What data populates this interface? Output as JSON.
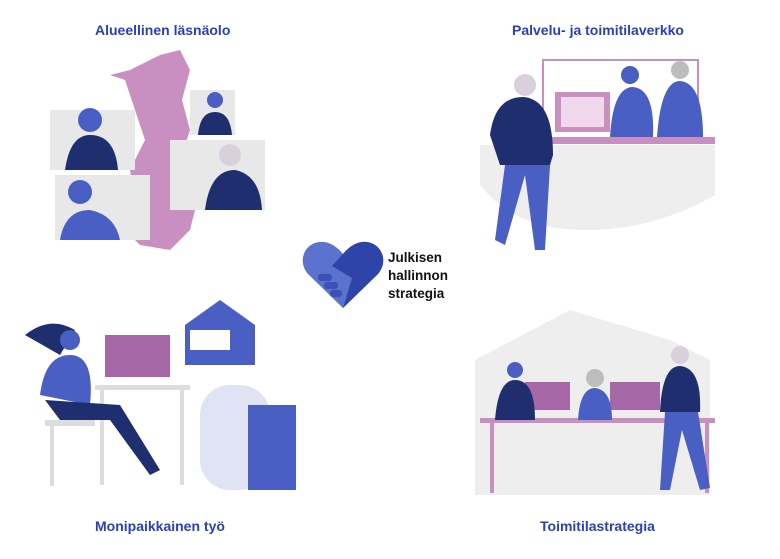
{
  "quadrants": {
    "top_left": "Alueellinen läsnäolo",
    "top_right": "Palvelu- ja toimitilaverkko",
    "bottom_left": "Monipaikkainen työ",
    "bottom_right": "Toimitilastrategia"
  },
  "center": {
    "line1": "Julkisen",
    "line2": "hallinnon",
    "line3": "strategia"
  },
  "colors": {
    "title": "#2b3fb8",
    "pink": "#c98fc0",
    "blue": "#4a5fc4",
    "navy": "#1f2e6e",
    "grey": "#e8e8e8"
  }
}
